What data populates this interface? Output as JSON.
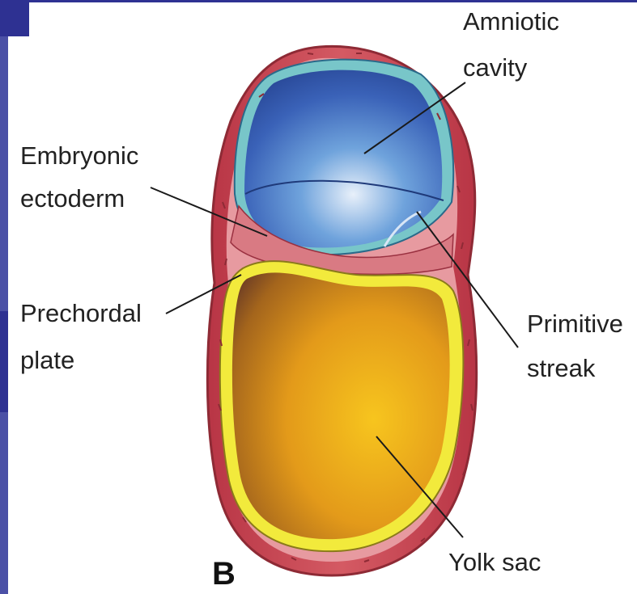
{
  "labels": {
    "amniotic_cavity_line1": "Amniotic",
    "amniotic_cavity_line2": "cavity",
    "embryonic_ectoderm_line1": "Embryonic",
    "embryonic_ectoderm_line2": "ectoderm",
    "prechordal_plate_line1": "Prechordal",
    "prechordal_plate_line2": "plate",
    "primitive_streak_line1": "Primitive",
    "primitive_streak_line2": "streak",
    "yolk_sac": "Yolk sac"
  },
  "panel_letter": "B",
  "colors": {
    "frame": "#2e3192",
    "outer_tissue": "#c9434f",
    "amniotic_cavity": "#3a6fc4",
    "yolk_sac": "#e8a91c",
    "yolk_border": "#f2ea3c"
  }
}
